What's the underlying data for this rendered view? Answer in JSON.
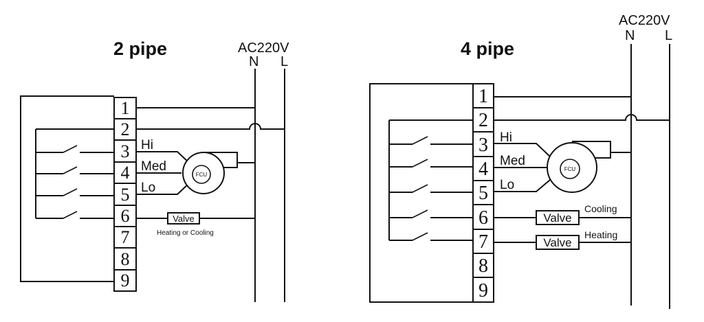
{
  "diagrams": [
    {
      "title": "2 pipe",
      "supply": {
        "label": "AC220V",
        "neutral": "N",
        "live": "L"
      },
      "terminals": [
        "1",
        "2",
        "3",
        "4",
        "5",
        "6",
        "7",
        "8",
        "9"
      ],
      "speeds": [
        "Hi",
        "Med",
        "Lo"
      ],
      "fan": "FCU",
      "valves": [
        {
          "label": "Valve",
          "note": "Heating or Cooling"
        }
      ]
    },
    {
      "title": "4 pipe",
      "supply": {
        "label": "AC220V",
        "neutral": "N",
        "live": "L"
      },
      "terminals": [
        "1",
        "2",
        "3",
        "4",
        "5",
        "6",
        "7",
        "8",
        "9"
      ],
      "speeds": [
        "Hi",
        "Med",
        "Lo"
      ],
      "fan": "FCU",
      "valves": [
        {
          "label": "Valve",
          "note": "Cooling"
        },
        {
          "label": "Valve",
          "note": "Heating"
        }
      ]
    }
  ]
}
